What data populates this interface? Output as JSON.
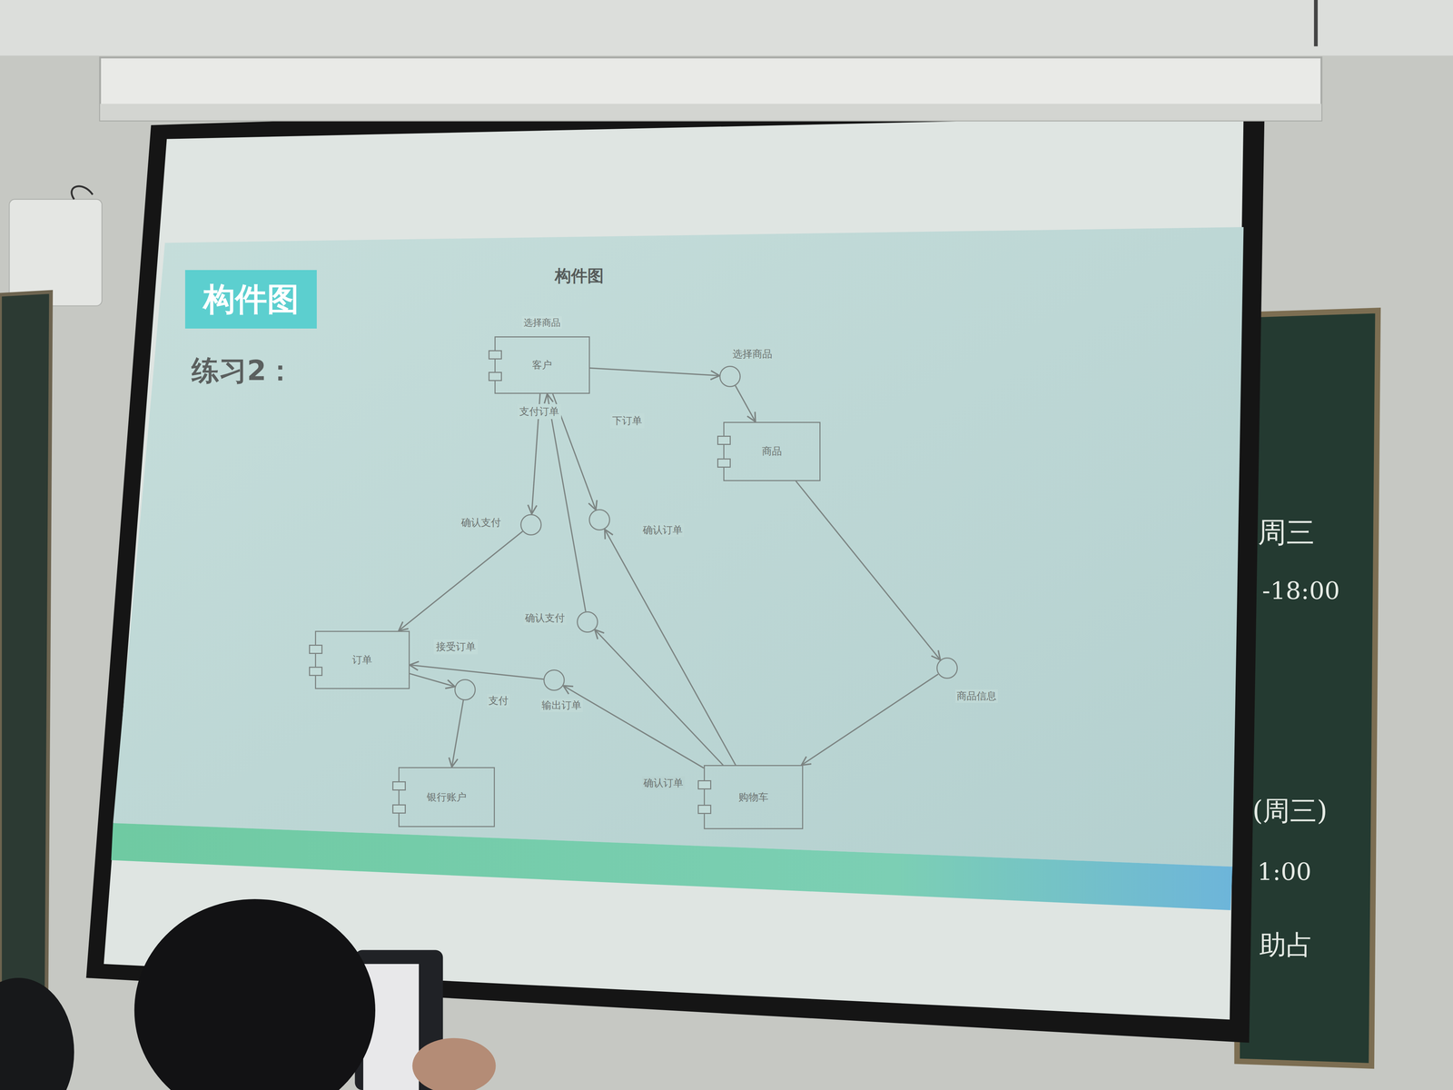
{
  "diagram": {
    "title": "构件图",
    "nodes": [
      {
        "text": [
          "构件图"
        ]
      },
      {
        "text": [
          "客户"
        ]
      },
      {
        "text": [
          "选择商品"
        ]
      },
      {
        "text": [
          "商品"
        ]
      },
      {
        "text": [
          "确认支付"
        ]
      },
      {
        "text": [
          "确认订单"
        ]
      },
      {
        "text": [
          "确认支付"
        ]
      },
      {
        "text": [
          "订单"
        ]
      },
      {
        "text": [
          "支付"
        ]
      },
      {
        "text": [
          "输出订单"
        ]
      },
      {
        "text": [
          "商品信息"
        ]
      },
      {
        "text": [
          "银行账户"
        ]
      },
      {
        "text": [
          "购物车"
        ]
      }
    ],
    "edges": [
      {
        "from": 1,
        "to": 2,
        "arrow": "to"
      },
      {
        "from": 2,
        "to": 3,
        "arrow": "to"
      },
      {
        "from": 3,
        "to": 10,
        "arrow": "to"
      },
      {
        "from": 10,
        "to": 12,
        "arrow": "to"
      },
      {
        "from": 1,
        "to": 4,
        "label": "支付订单",
        "arrow": "to"
      },
      {
        "from": 4,
        "to": 7,
        "arrow": "to"
      },
      {
        "from": 1,
        "to": 5,
        "label": "下订单",
        "arrow": "to"
      },
      {
        "from": 6,
        "to": 1,
        "arrow": "to"
      },
      {
        "from": 12,
        "to": 5,
        "arrow": "to"
      },
      {
        "from": 12,
        "to": 6,
        "arrow": "to"
      },
      {
        "from": 12,
        "to": 9,
        "arrow": "to"
      },
      {
        "from": 9,
        "to": 7,
        "label": "接受订单",
        "arrow": "to"
      },
      {
        "from": 7,
        "to": 8,
        "arrow": "to"
      },
      {
        "from": 8,
        "to": 11,
        "arrow": "to"
      }
    ],
    "labels": [
      "选择商品",
      "练习2：",
      "确认订单",
      "周三",
      "-18:00",
      "(周三)",
      "1:00",
      "助占"
    ]
  }
}
